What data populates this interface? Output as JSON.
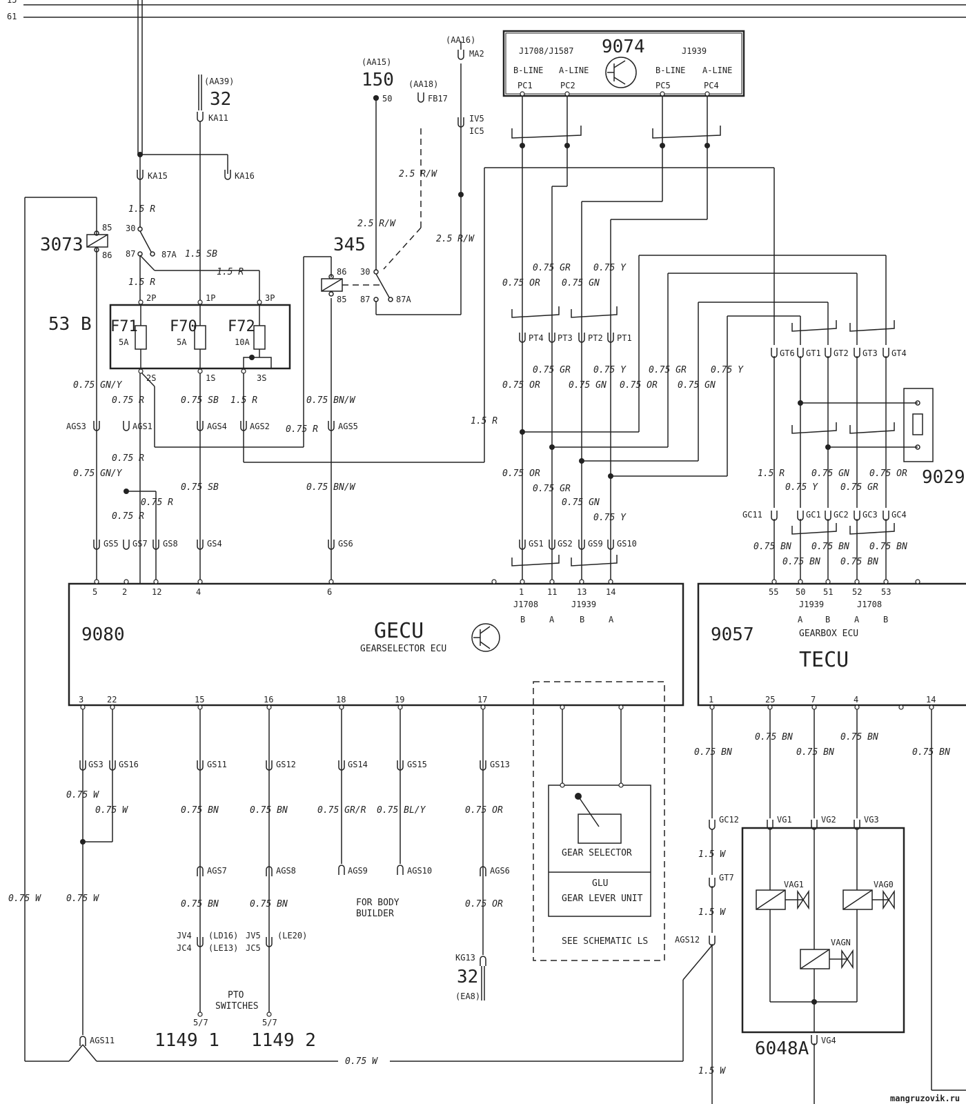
{
  "top_wires": [
    "15",
    "61"
  ],
  "labels": {
    "n3073": "3073",
    "n53b": "53 B",
    "n345": "345",
    "n150": "150",
    "n32a": "32",
    "n9074": "9074",
    "n9080": "9080",
    "n9057": "9057",
    "n9029": "9029",
    "n6048a": "6048A",
    "n32b": "32",
    "n1149_1": "1149 1",
    "n1149_2": "1149 2",
    "gecu": "GECU",
    "gecu_sub": "GEARSELECTOR ECU",
    "tecu": "TECU",
    "gearbox_ecu": "GEARBOX ECU",
    "j1708_j1587": "J1708/J1587",
    "j1939_top": "J1939",
    "bline1": "B-LINE",
    "aline1": "A-LINE",
    "bline2": "B-LINE",
    "aline2": "A-LINE",
    "pc1": "PC1",
    "pc2": "PC2",
    "pc5": "PC5",
    "pc4": "PC4",
    "gear_selector": "GEAR SELECTOR",
    "glu": "GLU",
    "glu_sub": "GEAR LEVER UNIT",
    "see_ls": "SEE SCHEMATIC LS",
    "for_body": "FOR BODY",
    "builder": "BUILDER",
    "pto": "PTO",
    "pto_sub": "SWITCHES",
    "vag1": "VAG1",
    "vag0": "VAG0",
    "vagn": "VAGN",
    "f71": "F71",
    "f70": "F70",
    "f72": "F72",
    "a5_1": "5A",
    "a5_2": "5A",
    "a10": "10A",
    "website": "mangruzovik.ru"
  },
  "refs": {
    "aa39": "(AA39)",
    "aa15": "(AA15)",
    "aa18": "(AA18)",
    "aa16": "(AA16)",
    "ea8": "(EA8)",
    "ld16": "(LD16)",
    "le13": "(LE13)",
    "le20": "(LE20)"
  },
  "connectors": {
    "ka11": "KA11",
    "ka15": "KA15",
    "ka16": "KA16",
    "fb17": "FB17",
    "ma2": "MA2",
    "iv5": "IV5",
    "ic5": "IC5",
    "p50": "50",
    "r85": "85",
    "r86": "86",
    "r30": "30",
    "r87": "87",
    "r87a": "87A",
    "s86": "86",
    "s85": "85",
    "s30": "30",
    "s87": "87",
    "s87a": "87A",
    "p2p": "2P",
    "p1p": "1P",
    "p3p": "3P",
    "p2s": "2S",
    "p1s": "1S",
    "p3s": "3S",
    "ags3": "AGS3",
    "ags1": "AGS1",
    "ags4": "AGS4",
    "ags2": "AGS2",
    "ags5": "AGS5",
    "gs5": "GS5",
    "gs7": "GS7",
    "gs8": "GS8",
    "gs4": "GS4",
    "gs6": "GS6",
    "pt4": "PT4",
    "pt3": "PT3",
    "pt2": "PT2",
    "pt1": "PT1",
    "gs1": "GS1",
    "gs2": "GS2",
    "gs9": "GS9",
    "gs10": "GS10",
    "gt6": "GT6",
    "gt1": "GT1",
    "gt2": "GT2",
    "gt3": "GT3",
    "gt4": "GT4",
    "gc11": "GC11",
    "gc1": "GC1",
    "gc2": "GC2",
    "gc3": "GC3",
    "gc4": "GC4",
    "gs3": "GS3",
    "gs16": "GS16",
    "gs11": "GS11",
    "gs12": "GS12",
    "gs14": "GS14",
    "gs15": "GS15",
    "gs13": "GS13",
    "ags7": "AGS7",
    "ags8": "AGS8",
    "ags9": "AGS9",
    "ags10": "AGS10",
    "ags6": "AGS6",
    "ags11": "AGS11",
    "ags12": "AGS12",
    "jv4": "JV4",
    "jc4": "JC4",
    "jv5": "JV5",
    "jc5": "JC5",
    "kg13": "KG13",
    "gc12": "GC12",
    "gt7": "GT7",
    "vg1": "VG1",
    "vg2": "VG2",
    "vg3": "VG3",
    "vg4": "VG4",
    "s57a": "5/7",
    "s57b": "5/7"
  },
  "pins_top": {
    "p5": "5",
    "p2": "2",
    "p12": "12",
    "p4": "4",
    "p6": "6",
    "p1": "1",
    "p11": "11",
    "p13": "13",
    "p14": "14",
    "p55": "55",
    "p50": "50",
    "p51": "51",
    "p52": "52",
    "p53": "53"
  },
  "pins_bottom": {
    "p3": "3",
    "p22": "22",
    "p15": "15",
    "p16": "16",
    "p18": "18",
    "p19": "19",
    "p17": "17",
    "t1": "1",
    "t25": "25",
    "t7": "7",
    "t4": "4",
    "t14": "14"
  },
  "bus": {
    "j1708": "J1708",
    "j1939": "J1939",
    "b1": "B",
    "a1": "A",
    "b2": "B",
    "a2": "A",
    "j1939r": "J1939",
    "j1708r": "J1708",
    "ra1": "A",
    "rb1": "B",
    "ra2": "A",
    "rb2": "B"
  },
  "wire_labels": [
    {
      "id": "w1",
      "text": "1.5 R"
    },
    {
      "id": "w2",
      "text": "1.5 SB"
    },
    {
      "id": "w3",
      "text": "1.5 R"
    },
    {
      "id": "w4",
      "text": "1.5 R"
    },
    {
      "id": "w5",
      "text": "2.5 R/W"
    },
    {
      "id": "w6",
      "text": "2.5 R/W"
    },
    {
      "id": "w7",
      "text": "2.5 R/W"
    },
    {
      "id": "w8",
      "text": "0.75 GN/Y"
    },
    {
      "id": "w9",
      "text": "0.75 R"
    },
    {
      "id": "w10",
      "text": "0.75 SB"
    },
    {
      "id": "w11",
      "text": "1.5 R"
    },
    {
      "id": "w12",
      "text": "0.75 BN/W"
    },
    {
      "id": "w13",
      "text": "0.75 R"
    },
    {
      "id": "w14",
      "text": "1.5 R"
    },
    {
      "id": "w15",
      "text": "0.75 R"
    },
    {
      "id": "w16",
      "text": "0.75 GN/Y"
    },
    {
      "id": "w17",
      "text": "0.75 SB"
    },
    {
      "id": "w18",
      "text": "0.75 BN/W"
    },
    {
      "id": "w19",
      "text": "0.75 R"
    },
    {
      "id": "w20",
      "text": "0.75 R"
    },
    {
      "id": "w21",
      "text": "0.75 GR"
    },
    {
      "id": "w22",
      "text": "0.75 Y"
    },
    {
      "id": "w23",
      "text": "0.75 OR"
    },
    {
      "id": "w24",
      "text": "0.75 GN"
    },
    {
      "id": "w25",
      "text": "0.75 GR"
    },
    {
      "id": "w26",
      "text": "0.75 Y"
    },
    {
      "id": "w27",
      "text": "0.75 GR"
    },
    {
      "id": "w28",
      "text": "0.75 Y"
    },
    {
      "id": "w29",
      "text": "0.75 OR"
    },
    {
      "id": "w30",
      "text": "0.75 GN"
    },
    {
      "id": "w31",
      "text": "0.75 OR"
    },
    {
      "id": "w32",
      "text": "0.75 GN"
    },
    {
      "id": "w33",
      "text": "0.75 OR"
    },
    {
      "id": "w34",
      "text": "0.75 GR"
    },
    {
      "id": "w35",
      "text": "0.75 GN"
    },
    {
      "id": "w36",
      "text": "0.75 Y"
    },
    {
      "id": "w37",
      "text": "1.5 R"
    },
    {
      "id": "w38",
      "text": "0.75 GN"
    },
    {
      "id": "w39",
      "text": "0.75 OR"
    },
    {
      "id": "w40",
      "text": "0.75 Y"
    },
    {
      "id": "w41",
      "text": "0.75 GR"
    },
    {
      "id": "w42",
      "text": "0.75 BN"
    },
    {
      "id": "w43",
      "text": "0.75 BN"
    },
    {
      "id": "w44",
      "text": "0.75 BN"
    },
    {
      "id": "w45",
      "text": "0.75 BN"
    },
    {
      "id": "w46",
      "text": "0.75 BN"
    },
    {
      "id": "w47",
      "text": "0.75 W"
    },
    {
      "id": "w48",
      "text": "0.75 W"
    },
    {
      "id": "w49",
      "text": "0.75 BN"
    },
    {
      "id": "w50",
      "text": "0.75 BN"
    },
    {
      "id": "w51",
      "text": "0.75 GR/R"
    },
    {
      "id": "w52",
      "text": "0.75 BL/Y"
    },
    {
      "id": "w53",
      "text": "0.75 OR"
    },
    {
      "id": "w54",
      "text": "0.75 BN"
    },
    {
      "id": "w55",
      "text": "0.75 BN"
    },
    {
      "id": "w56",
      "text": "0.75 OR"
    },
    {
      "id": "w57",
      "text": "0.75 W"
    },
    {
      "id": "w58",
      "text": "0.75 W"
    },
    {
      "id": "w59",
      "text": "0.75 W"
    },
    {
      "id": "w60",
      "text": "0.75 BN"
    },
    {
      "id": "w61",
      "text": "0.75 BN"
    },
    {
      "id": "w62",
      "text": "0.75 BN"
    },
    {
      "id": "w63",
      "text": "0.75 BN"
    },
    {
      "id": "w64",
      "text": "1.5 W"
    },
    {
      "id": "w65",
      "text": "1.5 W"
    },
    {
      "id": "w66",
      "text": "1.5 W"
    },
    {
      "id": "w67",
      "text": "0.75 BN"
    }
  ]
}
